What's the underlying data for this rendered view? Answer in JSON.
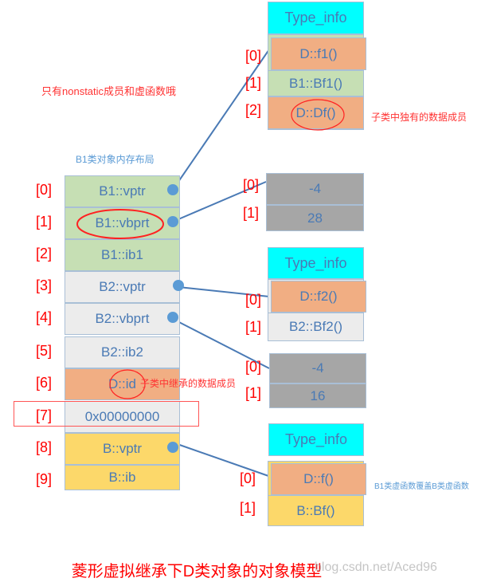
{
  "title": "菱形虚拟继承下D类对象的对象模型",
  "watermark": "blog.csdn.net/Aced96",
  "notes": {
    "nonstatic": "只有nonstatic成员和虚函数哦",
    "layout_caption": "B1类对象内存布局",
    "unique_member": "子类中独有的数据成员",
    "inherited_member": "子类中继承的数据成员",
    "override": "B1类虚函数覆盖B类虚函数"
  },
  "object": [
    {
      "idx": "[0]",
      "label": "B1::vptr"
    },
    {
      "idx": "[1]",
      "label": "B1::vbprt"
    },
    {
      "idx": "[2]",
      "label": "B1::ib1"
    },
    {
      "idx": "[3]",
      "label": "B2::vptr"
    },
    {
      "idx": "[4]",
      "label": "B2::vbprt"
    },
    {
      "idx": "[5]",
      "label": "B2::ib2"
    },
    {
      "idx": "[6]",
      "label": "D::id"
    },
    {
      "idx": "[7]",
      "label": "0x00000000"
    },
    {
      "idx": "[8]",
      "label": "B::vptr"
    },
    {
      "idx": "[9]",
      "label": "B::ib"
    }
  ],
  "vtable1": {
    "header": "Type_info",
    "rows": [
      {
        "idx": "[0]",
        "label": "D::f1()"
      },
      {
        "idx": "[1]",
        "label": "B1::Bf1()"
      },
      {
        "idx": "[2]",
        "label": "D::Df()"
      }
    ]
  },
  "vbtable1": {
    "rows": [
      {
        "idx": "[0]",
        "label": "-4"
      },
      {
        "idx": "[1]",
        "label": "28"
      }
    ]
  },
  "vtable2": {
    "header": "Type_info",
    "rows": [
      {
        "idx": "[0]",
        "label": "D::f2()"
      },
      {
        "idx": "[1]",
        "label": "B2::Bf2()"
      }
    ]
  },
  "vbtable2": {
    "rows": [
      {
        "idx": "[0]",
        "label": "-4"
      },
      {
        "idx": "[1]",
        "label": "16"
      }
    ]
  },
  "vtable3": {
    "header": "Type_info",
    "rows": [
      {
        "idx": "[0]",
        "label": "D::f()"
      },
      {
        "idx": "[1]",
        "label": "B::Bf()"
      }
    ]
  }
}
